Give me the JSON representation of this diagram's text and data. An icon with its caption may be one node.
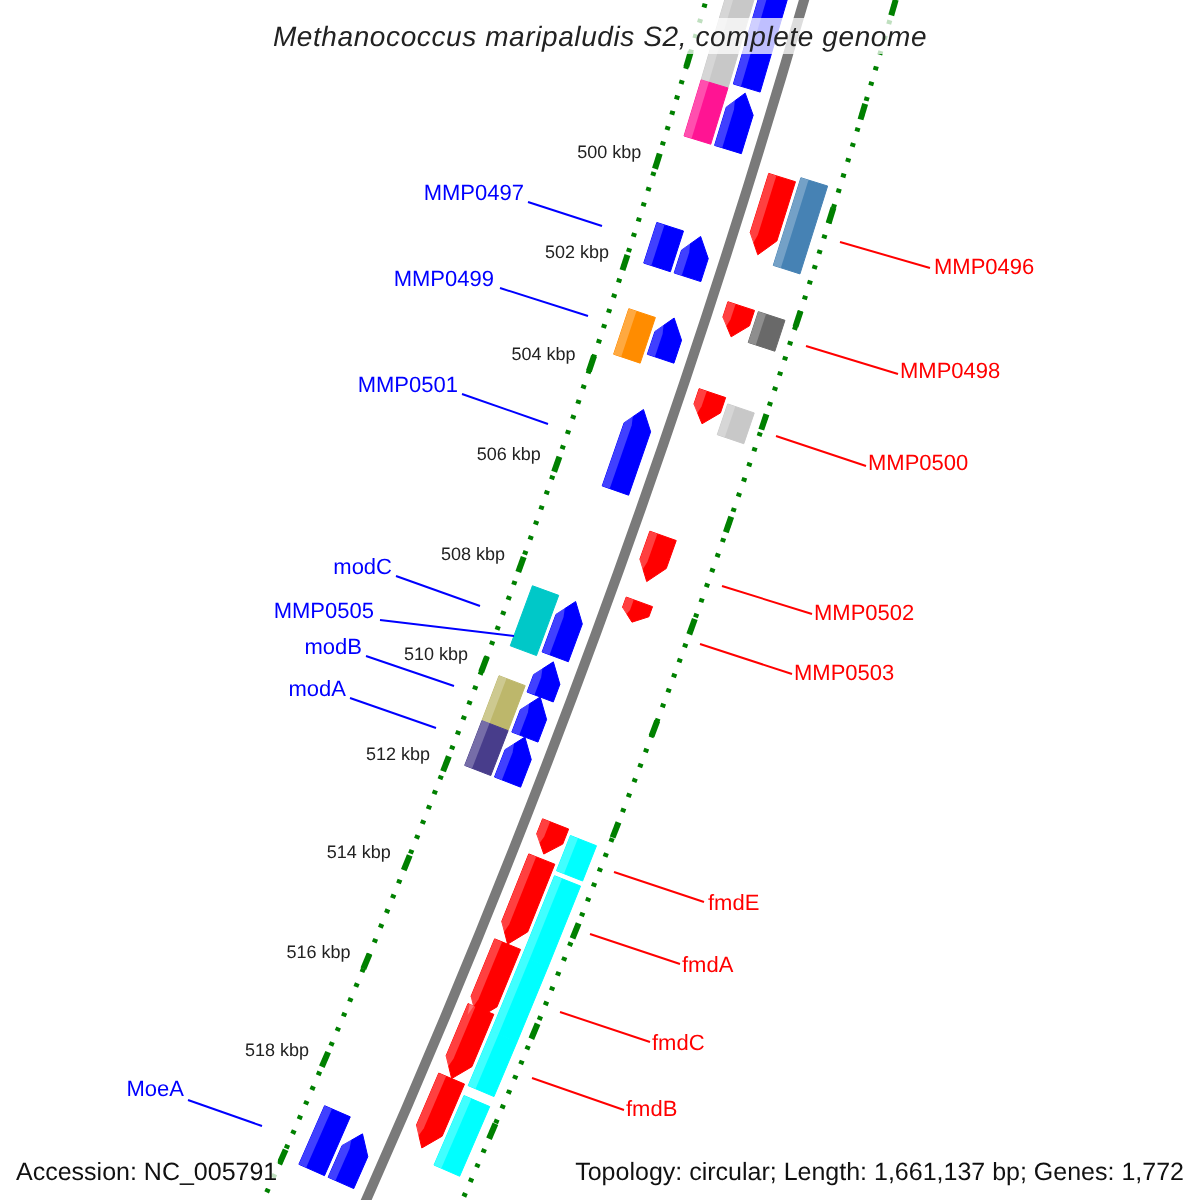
{
  "diagram": {
    "title": "Methanococcus maripaludis S2, complete genome",
    "nodes": [
      {
        "text": [
          "MMP0497"
        ]
      },
      {
        "text": [
          "MMP0496"
        ]
      },
      {
        "text": [
          "MMP0499"
        ]
      },
      {
        "text": [
          "MMP0498"
        ]
      },
      {
        "text": [
          "MMP0501"
        ]
      },
      {
        "text": [
          "MMP0500"
        ]
      },
      {
        "text": [
          "modC"
        ]
      },
      {
        "text": [
          "MMP0505"
        ]
      },
      {
        "text": [
          "MMP0502"
        ]
      },
      {
        "text": [
          "modB"
        ]
      },
      {
        "text": [
          "MMP0503"
        ]
      },
      {
        "text": [
          "modA"
        ]
      },
      {
        "text": [
          "fmdE"
        ]
      },
      {
        "text": [
          "fmdA"
        ]
      },
      {
        "text": [
          "fmdC"
        ]
      },
      {
        "text": [
          "MoeA"
        ]
      },
      {
        "text": [
          "fmdB"
        ]
      },
      {
        "text": [],
        "shape": "box"
      }
    ],
    "edges": [
      {
        "from": 0,
        "to": null,
        "arrow": "none",
        "color": "#0000ff"
      },
      {
        "from": 1,
        "to": null,
        "arrow": "none"
      },
      {
        "from": 2,
        "to": null,
        "arrow": "none",
        "color": "#0000ff"
      },
      {
        "from": 3,
        "to": null,
        "arrow": "none"
      },
      {
        "from": 4,
        "to": null,
        "arrow": "none",
        "color": "#0000ff"
      },
      {
        "from": 5,
        "to": null,
        "arrow": "none"
      },
      {
        "from": 6,
        "to": null,
        "arrow": "none",
        "color": "#0000ff"
      },
      {
        "from": 7,
        "to": 17,
        "arrow": "none",
        "color": "#0000ff"
      },
      {
        "from": 8,
        "to": null,
        "arrow": "none"
      },
      {
        "from": 9,
        "to": null,
        "arrow": "none",
        "color": "#0000ff"
      },
      {
        "from": 10,
        "to": null,
        "arrow": "none"
      },
      {
        "from": 11,
        "to": null,
        "arrow": "none",
        "color": "#0000ff"
      },
      {
        "from": 12,
        "to": null,
        "arrow": "none"
      },
      {
        "from": 13,
        "to": null,
        "arrow": "none"
      },
      {
        "from": 14,
        "to": null,
        "arrow": "none"
      },
      {
        "from": 15,
        "to": null,
        "arrow": "none",
        "color": "#0000ff"
      },
      {
        "from": 16,
        "to": null,
        "arrow": "none"
      }
    ],
    "labels": [
      "500 kbp",
      "502 kbp",
      "504 kbp",
      "506 kbp",
      "508 kbp",
      "510 kbp",
      "512 kbp",
      "514 kbp",
      "516 kbp",
      "518 kbp",
      "Accession: NC_005791",
      "Topology: circular; Length: 1,661,137 bp; Genes: 1,772"
    ]
  }
}
